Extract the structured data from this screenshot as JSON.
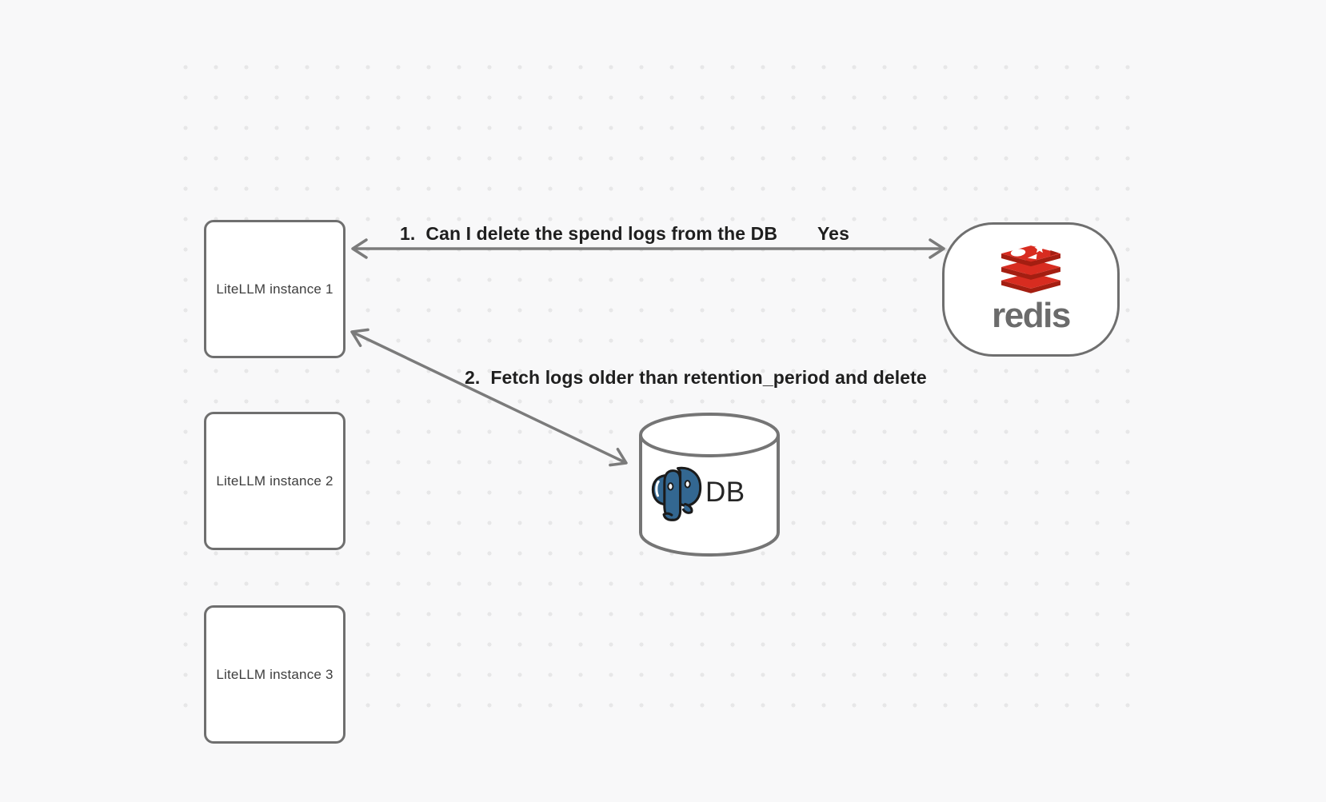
{
  "diagram": {
    "nodes": {
      "instance1": {
        "label": "LiteLLM instance 1"
      },
      "instance2": {
        "label": "LiteLLM instance 2"
      },
      "instance3": {
        "label": "LiteLLM instance 3"
      },
      "redis": {
        "wordmark": "redis",
        "logo": "redis-stack-logo"
      },
      "db": {
        "label": "DB",
        "logo": "postgresql-elephant-logo"
      }
    },
    "edges": {
      "edge1": {
        "label": "1.  Can I delete the spend logs from the DB",
        "response": "Yes",
        "from": "redis",
        "to": "instance1",
        "style": "double-headed-arrow"
      },
      "edge2": {
        "label": "2.  Fetch logs older than retention_period and delete",
        "from": "instance1",
        "to": "db",
        "style": "double-headed-arrow"
      }
    },
    "colors": {
      "background": "#f8f8f9",
      "grid_dot": "#e7e7e8",
      "node_border": "#6f6f6f",
      "arrow": "#7b7b7b",
      "label_text": "#1f1f1f",
      "redis_red": "#d82c20",
      "redis_dark_red": "#a41e11",
      "redis_text": "#6b6b6b",
      "postgres_blue": "#336791"
    }
  }
}
